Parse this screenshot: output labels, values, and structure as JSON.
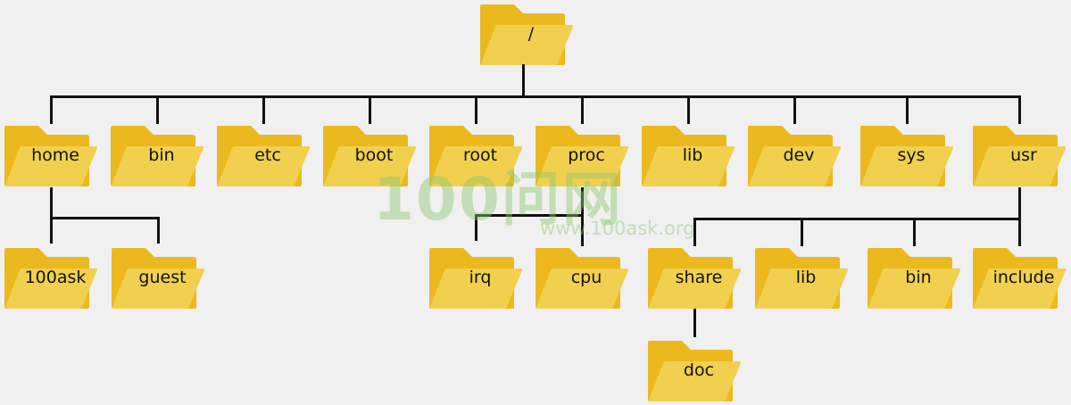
{
  "diagram": {
    "type": "directory-tree",
    "colors": {
      "folder_back": "#ebb91d",
      "folder_front": "#f1d04f",
      "line": "#111111",
      "background": "#f0f0f0"
    },
    "root": {
      "label": "/"
    },
    "level1": [
      "home",
      "bin",
      "etc",
      "boot",
      "root",
      "proc",
      "lib",
      "dev",
      "sys",
      "usr"
    ],
    "home_children": [
      "100ask",
      "guest"
    ],
    "proc_children": [
      "irq",
      "cpu"
    ],
    "usr_children": [
      "share",
      "lib",
      "bin",
      "include"
    ],
    "share_children": [
      "doc"
    ]
  },
  "watermark": {
    "logo": "100问网",
    "url": "www.100ask.org"
  }
}
